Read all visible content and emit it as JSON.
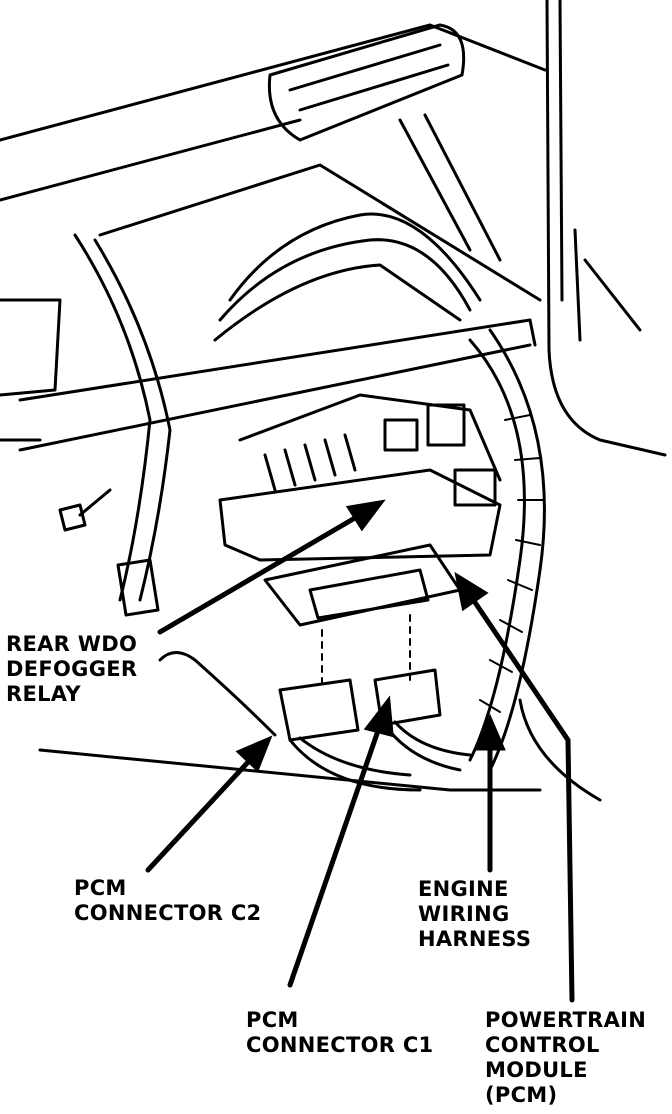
{
  "callouts": {
    "rear_wdo_defogger_relay": [
      "REAR WDO",
      "DEFOGGER",
      "RELAY"
    ],
    "pcm_connector_c2": [
      "PCM",
      "CONNECTOR C2"
    ],
    "engine_wiring_harness": [
      "ENGINE",
      "WIRING",
      "HARNESS"
    ],
    "pcm_connector_c1": [
      "PCM",
      "CONNECTOR C1"
    ],
    "powertrain_control_module": [
      "POWERTRAIN",
      "CONTROL",
      "MODULE",
      "(PCM)"
    ]
  },
  "colors": {
    "ink": "#000000",
    "paper": "#ffffff"
  }
}
